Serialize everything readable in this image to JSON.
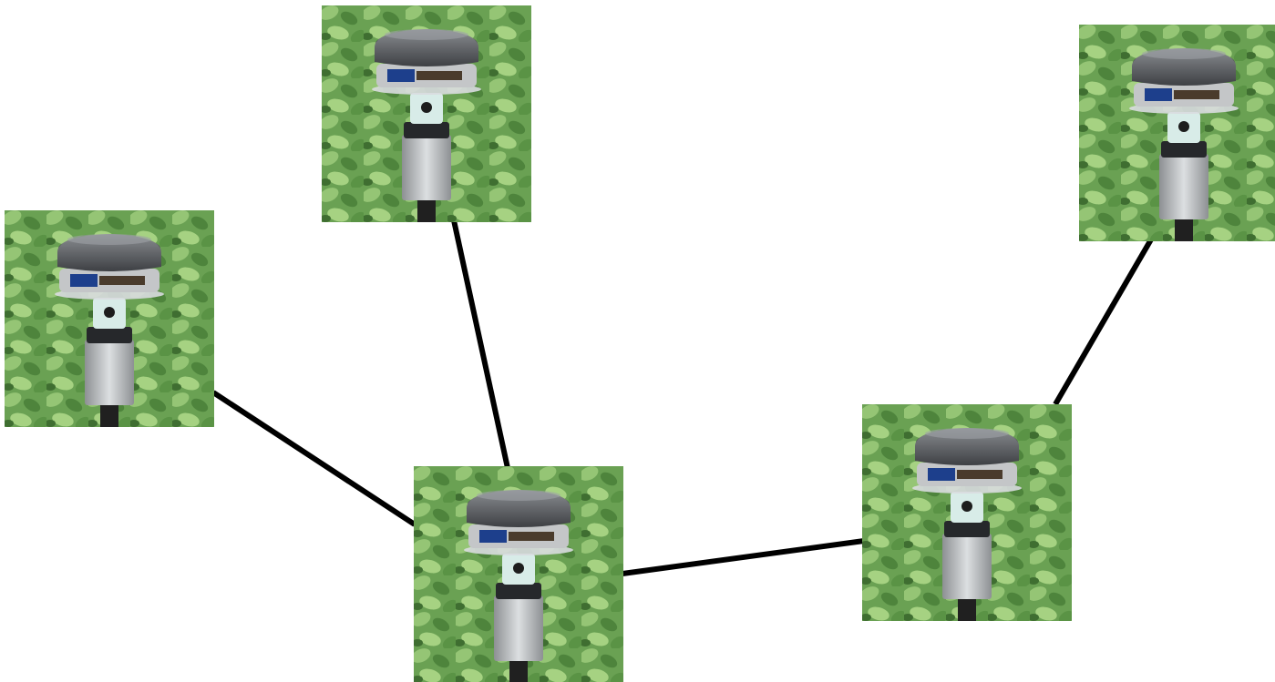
{
  "diagram": {
    "node_icon": "sensor-mote-in-field",
    "colors": {
      "background": "#ffffff",
      "link": "#000000",
      "foliage_dark": "#3f7a2c",
      "foliage_light": "#8cc06a",
      "dome": "#5a5c60",
      "canister": "#b9bcbf"
    },
    "nodes": [
      {
        "id": "node-top-left-1"
      },
      {
        "id": "node-top-center"
      },
      {
        "id": "node-top-right"
      },
      {
        "id": "node-center-bottom"
      },
      {
        "id": "node-right-middle"
      }
    ],
    "links": [
      [
        "node-top-left-1",
        "node-center-bottom"
      ],
      [
        "node-top-center",
        "node-center-bottom"
      ],
      [
        "node-center-bottom",
        "node-right-middle"
      ],
      [
        "node-right-middle",
        "node-top-right"
      ]
    ]
  }
}
